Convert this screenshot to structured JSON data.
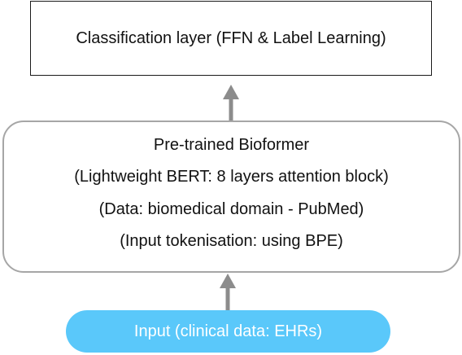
{
  "diagram": {
    "classification_box": {
      "label": "Classification layer (FFN & Label Learning)"
    },
    "bioformer_box": {
      "lines": [
        "Pre-trained Bioformer",
        "(Lightweight BERT: 8 layers attention block)",
        "(Data: biomedical domain - PubMed)",
        "(Input tokenisation: using BPE)"
      ]
    },
    "input_pill": {
      "label": "Input (clinical data: EHRs)",
      "color": "#5ac8fa"
    },
    "colors": {
      "arrow": "#8c8c8c",
      "rounded_border": "#a6a6a6",
      "box_border": "#1a1a1a",
      "text": "#111111"
    }
  }
}
